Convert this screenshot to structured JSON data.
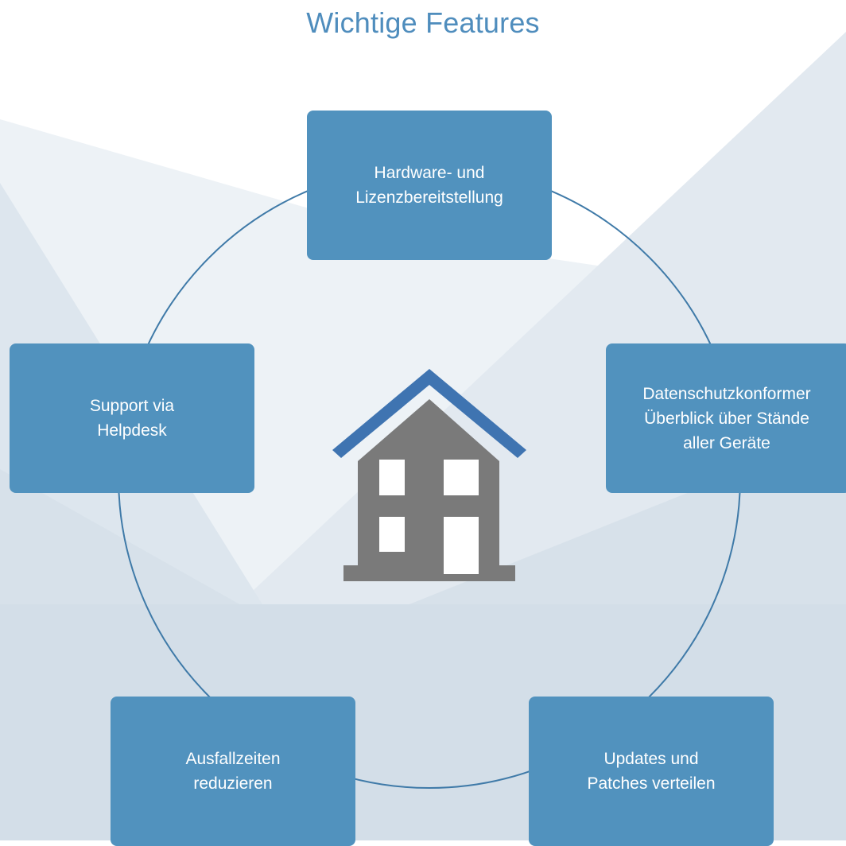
{
  "title": "Wichtige Features",
  "center_icon": "house-icon",
  "colors": {
    "box_fill": "#5192be",
    "box_text": "#ffffff",
    "title": "#4f8dbd",
    "ring": "#3f7aa8",
    "roof": "#3f74b1",
    "house_body": "#7a7a7a"
  },
  "features": [
    {
      "label": "Hardware- und\nLizenzbereitstellung"
    },
    {
      "label": "Datenschutzkonformer\nÜberblick über Stände\naller Geräte"
    },
    {
      "label": "Updates und\nPatches verteilen"
    },
    {
      "label": "Ausfallzeiten\nreduzieren"
    },
    {
      "label": "Support via\nHelpdesk"
    }
  ]
}
